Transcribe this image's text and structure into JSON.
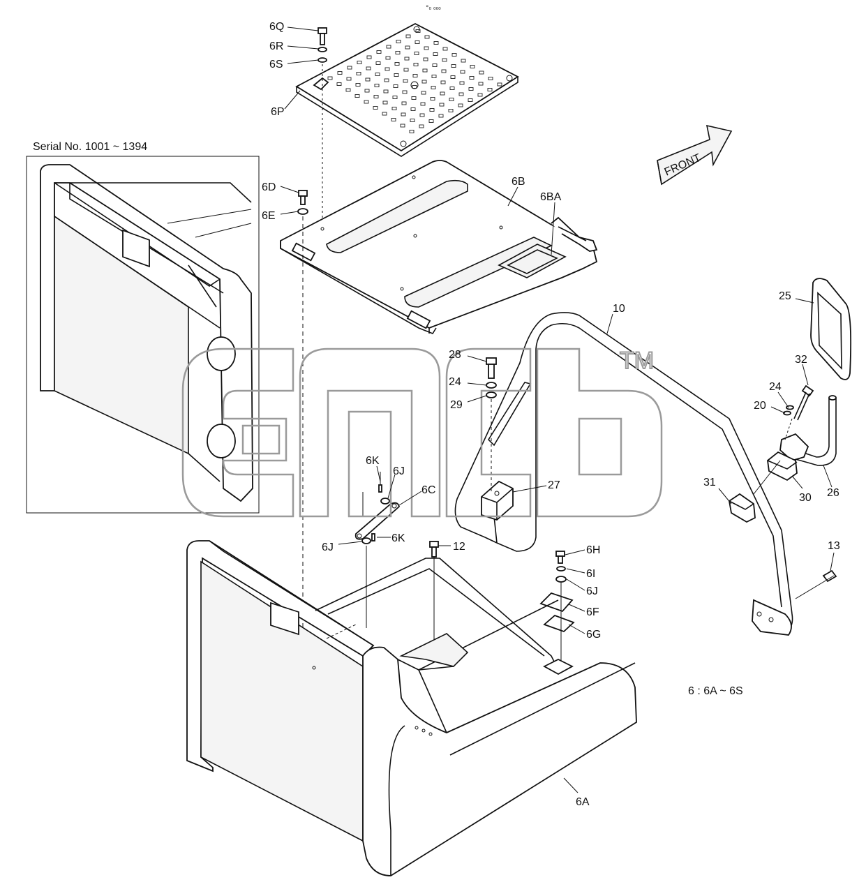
{
  "inset_title": "Serial No. 1001 ~ 1394",
  "direction_label": "FRONT",
  "range_note": "6 : 6A ~ 6S",
  "watermark": "TM",
  "header_mark": "°₀ ₀₀₀",
  "callouts": {
    "c6Q": "6Q",
    "c6R": "6R",
    "c6S": "6S",
    "c6P": "6P",
    "c6D": "6D",
    "c6E": "6E",
    "c6B": "6B",
    "c6BA": "6BA",
    "c10": "10",
    "c25": "25",
    "c28": "28",
    "c24a": "24",
    "c29": "29",
    "c32": "32",
    "c24b": "24",
    "c20": "20",
    "c6K1": "6K",
    "c6J1": "6J",
    "c6C": "6C",
    "c27": "27",
    "c31": "31",
    "c30": "30",
    "c26": "26",
    "c6J2": "6J",
    "c6K2": "6K",
    "c12": "12",
    "c6H": "6H",
    "c6I": "6I",
    "c6J3": "6J",
    "c6F": "6F",
    "c6G": "6G",
    "c13": "13",
    "c6A": "6A"
  }
}
